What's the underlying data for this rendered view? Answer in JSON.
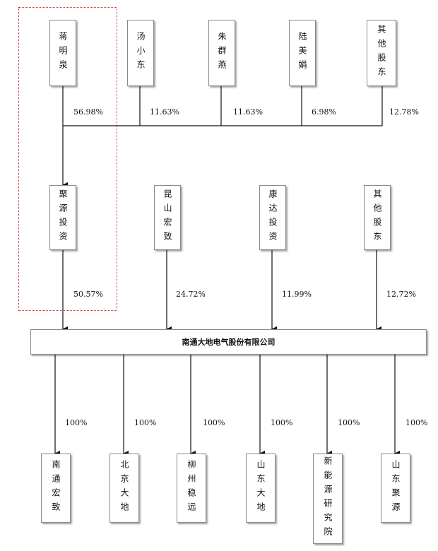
{
  "shareholders": [
    {
      "name": "蒋明泉",
      "pct": "56.98%"
    },
    {
      "name": "汤小东",
      "pct": "11.63%"
    },
    {
      "name": "朱群燕",
      "pct": "11.63%"
    },
    {
      "name": "陆美娟",
      "pct": "6.98%"
    },
    {
      "name": "其他股东",
      "pct": "12.78%"
    }
  ],
  "mid_holders": [
    {
      "name": "聚源投资",
      "pct": "50.57%"
    },
    {
      "name": "昆山宏致",
      "pct": "24.72%"
    },
    {
      "name": "康达投资",
      "pct": "11.99%"
    },
    {
      "name": "其他股东",
      "pct": "12.72%"
    }
  ],
  "company": {
    "name": "南通大地电气股份有限公司"
  },
  "subsidiaries": [
    {
      "name": "南通宏致",
      "pct": "100%"
    },
    {
      "name": "北京大地",
      "pct": "100%"
    },
    {
      "name": "柳州稳远",
      "pct": "100%"
    },
    {
      "name": "山东大地",
      "pct": "100%"
    },
    {
      "name": "新能源研究院",
      "pct": "100%"
    },
    {
      "name": "山东聚源",
      "pct": "100%"
    }
  ]
}
